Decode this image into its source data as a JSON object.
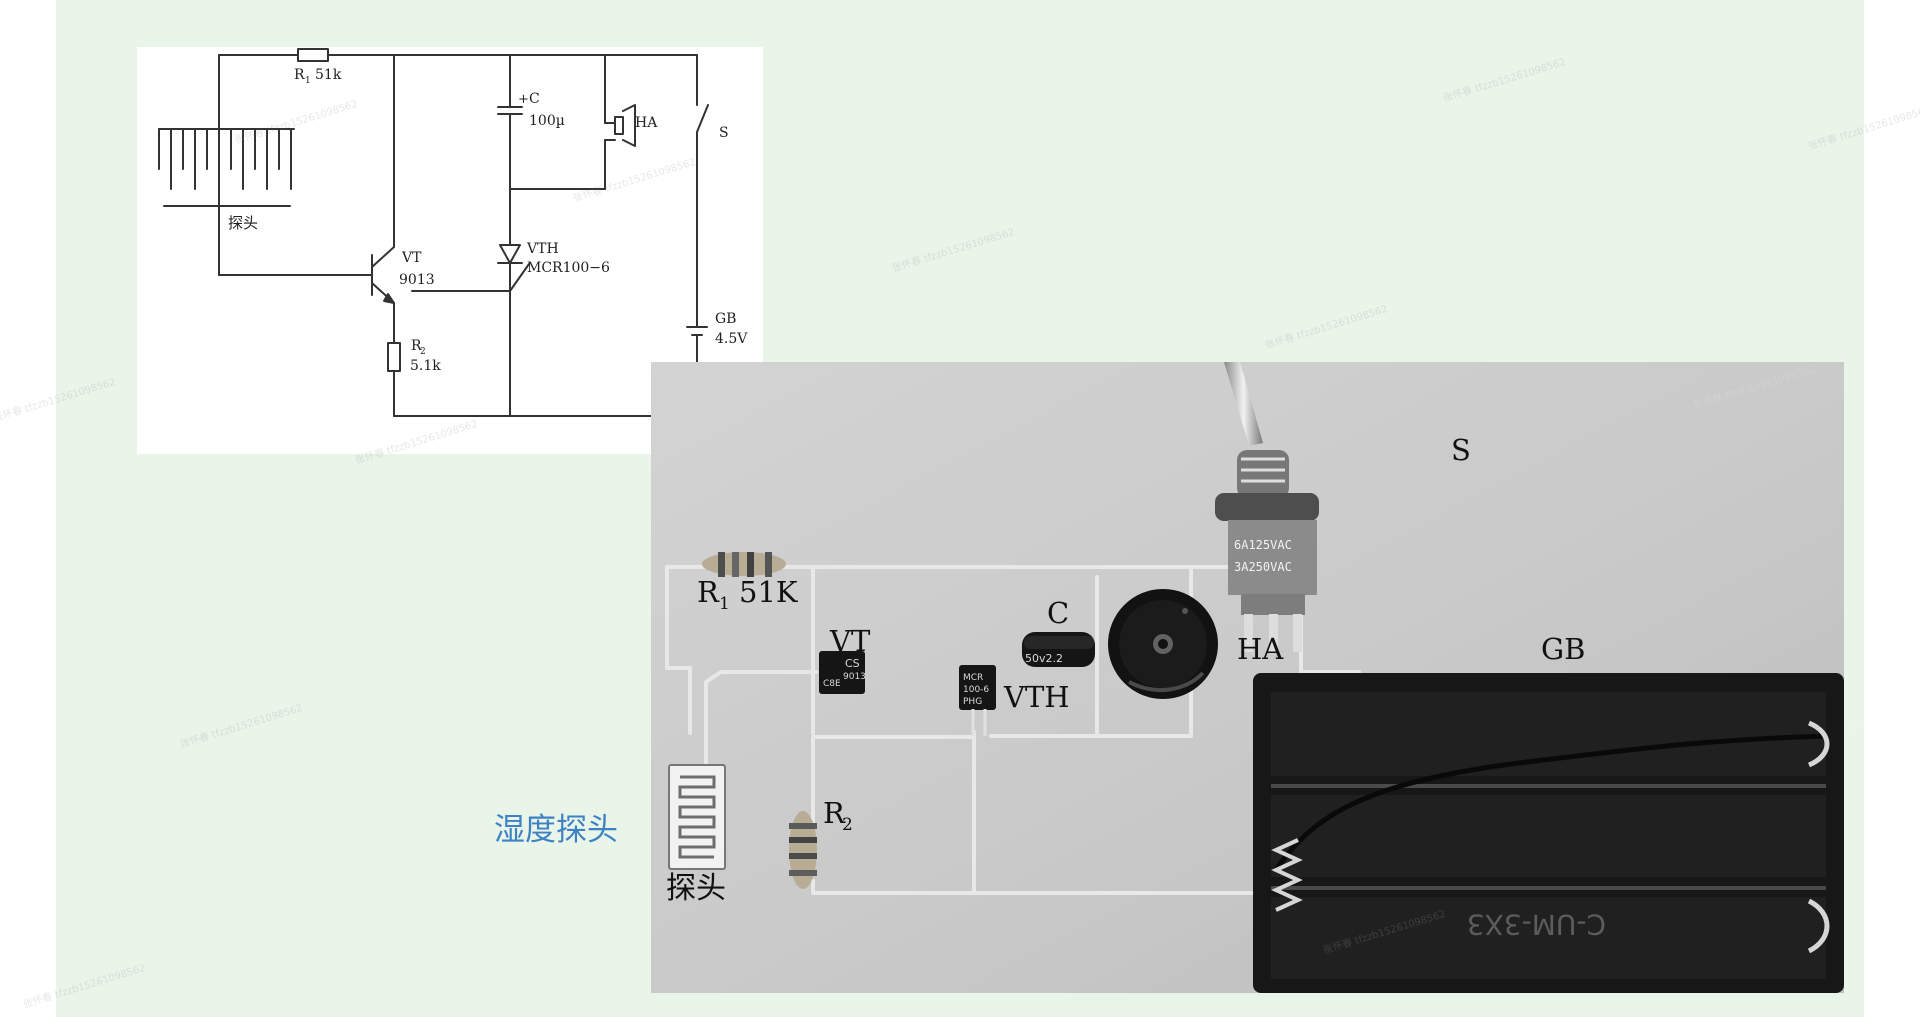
{
  "caption": {
    "probe": "湿度探头"
  },
  "schematic": {
    "r1_label": "R",
    "r1_sub": "1",
    "r1_value": "51k",
    "c_plus": "+",
    "c_name": "C",
    "c_value": "100µ",
    "ha_label": "HA",
    "s_label": "S",
    "probe_label": "探头",
    "vt_label": "VT",
    "vt_value": "9013",
    "vth_label": "VTH",
    "vth_value": "MCR100−6",
    "r2_label": "R",
    "r2_sub": "2",
    "r2_value": "5.1k",
    "gb_label": "GB",
    "gb_value": "4.5V"
  },
  "photo": {
    "r1_label": "R",
    "r1_sub": "1",
    "r1_value": "51K",
    "vt_label": "VT",
    "vt_marking_1": "CS",
    "vt_marking_2": "9013",
    "vt_marking_3": "C8E",
    "vth_label": "VTH",
    "vth_marking_1": "MCR",
    "vth_marking_2": "100-6",
    "vth_marking_3": "PHG",
    "c_label": "C",
    "c_marking": "50v2.2",
    "ha_label": "HA",
    "s_label": "S",
    "switch_marking_1": "6A125VAC",
    "switch_marking_2": "3A250VAC",
    "gb_label": "GB",
    "battery_marking": "C-UM-3X3",
    "r2_label": "R",
    "r2_sub": "2",
    "probe_label": "探头"
  },
  "watermark": {
    "text": "张怀春 tfzzb15261098562"
  },
  "colors": {
    "slide_background": "#eaf5ea",
    "caption": "#3d83c4",
    "schematic_line": "#333333",
    "photo_background": "#cfcfcf",
    "battery_holder": "#171717"
  }
}
